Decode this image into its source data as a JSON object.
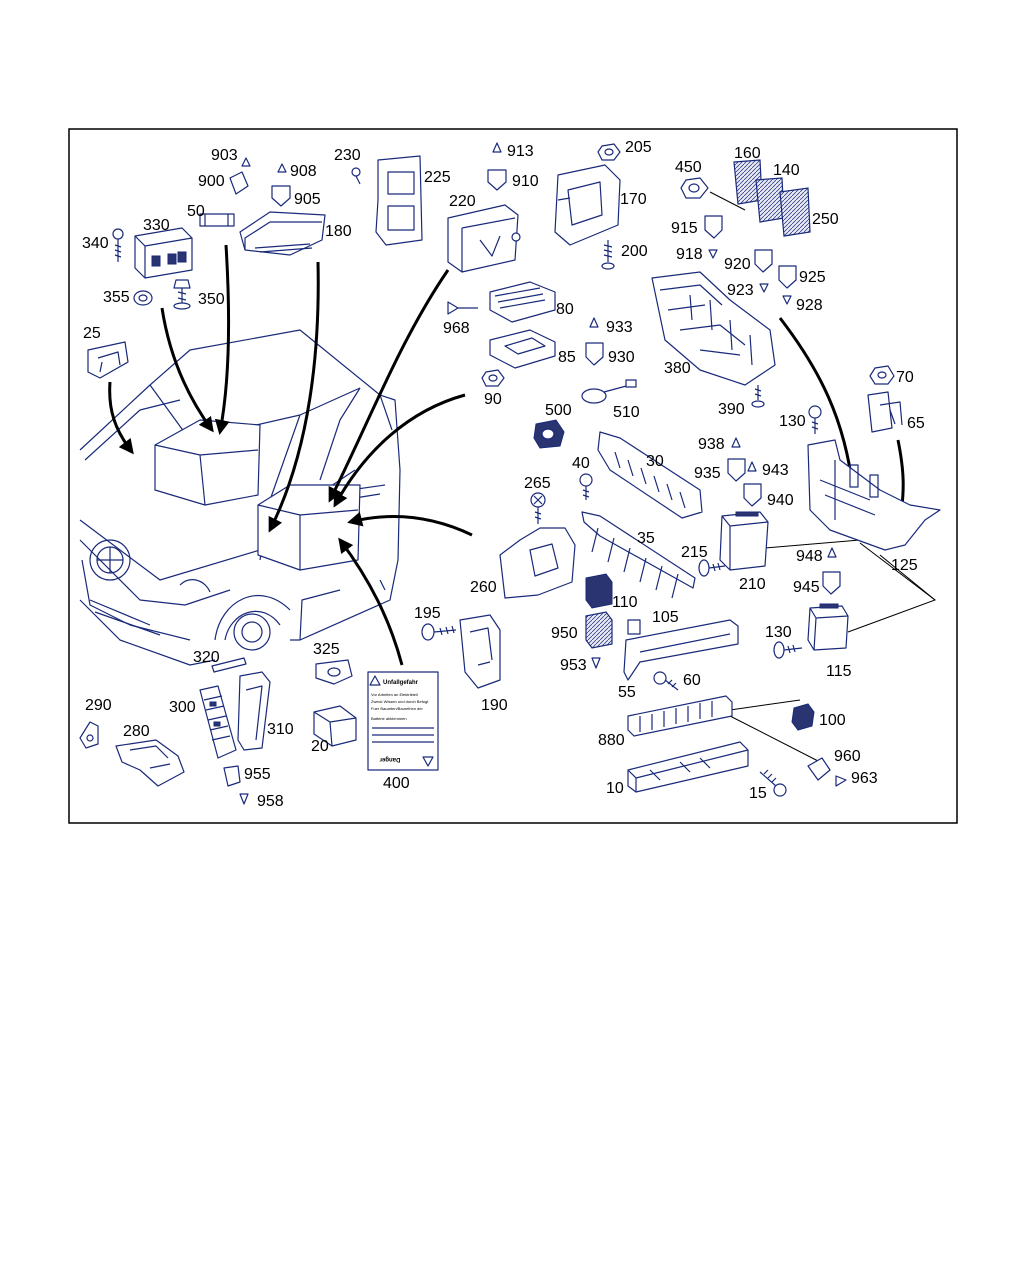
{
  "colors": {
    "line": "#1a2a7a",
    "arrow": "#000000",
    "background": "#ffffff"
  },
  "warning_label": {
    "title": "Unfallgefahr",
    "line1": "Vor Arbeiten an Elektrikteil",
    "line2": "Zweck Wissen und durch Befugt",
    "line3": "Fuer Bauarten/Baureihen der",
    "line4": "Batterie abklemmen",
    "line5": "Danger"
  },
  "part_numbers": {
    "p903": "903",
    "p908": "908",
    "p230": "230",
    "p913": "913",
    "p205": "205",
    "p160": "160",
    "p450": "450",
    "p140": "140",
    "p900": "900",
    "p905": "905",
    "p225": "225",
    "p910": "910",
    "p170": "170",
    "p250": "250",
    "p220": "220",
    "p50": "50",
    "p330": "330",
    "p180": "180",
    "p915": "915",
    "p340": "340",
    "p200": "200",
    "p918": "918",
    "p920": "920",
    "p925": "925",
    "p355": "355",
    "p350": "350",
    "p923": "923",
    "p928": "928",
    "p80": "80",
    "p968": "968",
    "p933": "933",
    "p25": "25",
    "p85": "85",
    "p930": "930",
    "p380": "380",
    "p70": "70",
    "p90": "90",
    "p500": "500",
    "p510": "510",
    "p390": "390",
    "p130a": "130",
    "p65": "65",
    "p938": "938",
    "p30": "30",
    "p40": "40",
    "p935": "935",
    "p943": "943",
    "p265": "265",
    "p940": "940",
    "p35": "35",
    "p215": "215",
    "p948": "948",
    "p125": "125",
    "p260": "260",
    "p210": "210",
    "p945": "945",
    "p110": "110",
    "p195": "195",
    "p105": "105",
    "p950": "950",
    "p130b": "130",
    "p325": "325",
    "p320": "320",
    "p953": "953",
    "p115": "115",
    "p55": "55",
    "p60": "60",
    "p190": "190",
    "p290": "290",
    "p300": "300",
    "p100": "100",
    "p280": "280",
    "p310": "310",
    "p880": "880",
    "p20": "20",
    "p960": "960",
    "p955": "955",
    "p963": "963",
    "p400": "400",
    "p10": "10",
    "p15": "15",
    "p958": "958"
  }
}
